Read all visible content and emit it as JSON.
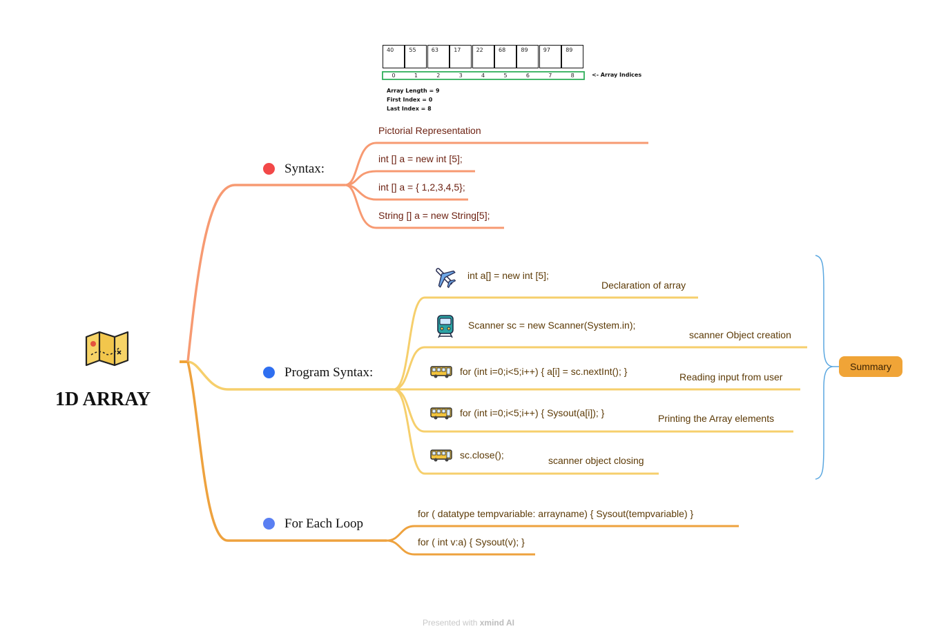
{
  "root": {
    "title": "1D ARRAY",
    "icon": "map-icon"
  },
  "picture": {
    "values": [
      "40",
      "55",
      "63",
      "17",
      "22",
      "68",
      "89",
      "97",
      "89"
    ],
    "indices": [
      "0",
      "1",
      "2",
      "3",
      "4",
      "5",
      "6",
      "7",
      "8"
    ],
    "indices_label": "<- Array Indices",
    "notes": [
      "Array Length = 9",
      "First Index = 0",
      "Last Index = 8"
    ]
  },
  "syntax": {
    "label": "Syntax:",
    "color": "#f79a72",
    "items": [
      "Pictorial Representation",
      "int [] a = new int [5];",
      "int [] a = { 1,2,3,4,5};",
      "String [] a = new String[5];"
    ]
  },
  "program_syntax": {
    "label": "Program Syntax:",
    "color": "#f6cf6c",
    "items": [
      {
        "code": "int a[] = new int [5];",
        "desc": "Declaration of array",
        "icon": "airplane-icon"
      },
      {
        "code": "Scanner sc = new Scanner(System.in);",
        "desc": "scanner Object creation",
        "icon": "train-icon"
      },
      {
        "code": "for (int i=0;i<5;i++) { a[i] = sc.nextInt(); }",
        "desc": "Reading input from user",
        "icon": "bus-icon"
      },
      {
        "code": "for (int i=0;i<5;i++) { Sysout(a[i]);  }",
        "desc": "Printing the Array elements",
        "icon": "bus-icon"
      },
      {
        "code": "sc.close();",
        "desc": "scanner object closing",
        "icon": "bus-icon"
      }
    ],
    "summary": "Summary"
  },
  "for_each": {
    "label": "For Each Loop",
    "color": "#eea23e",
    "items": [
      "for ( datatype tempvariable: arrayname) { Sysout(tempvariable) }",
      "for ( int v:a) { Sysout(v); }"
    ]
  },
  "footer": {
    "prefix": "Presented with",
    "brand": "xmind AI"
  }
}
